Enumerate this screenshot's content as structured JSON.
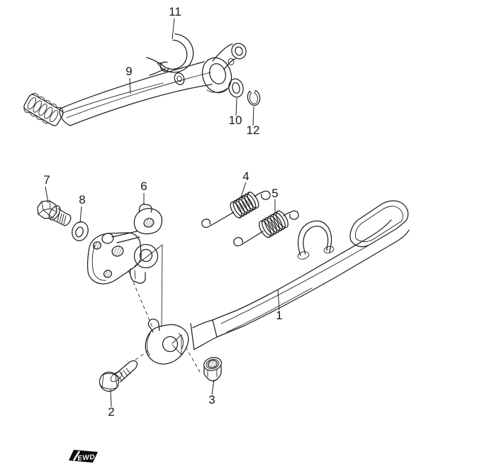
{
  "diagram": {
    "colors": {
      "background": "#ffffff",
      "line": "#1f1f1f",
      "label": "#181818",
      "badge_bg": "#0a0a0a",
      "badge_fg": "#ffffff"
    },
    "badge": {
      "text": "EWD"
    },
    "callouts": [
      {
        "label": "1"
      },
      {
        "label": "2"
      },
      {
        "label": "3"
      },
      {
        "label": "4"
      },
      {
        "label": "5"
      },
      {
        "label": "6"
      },
      {
        "label": "7"
      },
      {
        "label": "8"
      },
      {
        "label": "9"
      },
      {
        "label": "10"
      },
      {
        "label": "11"
      },
      {
        "label": "12"
      }
    ]
  }
}
